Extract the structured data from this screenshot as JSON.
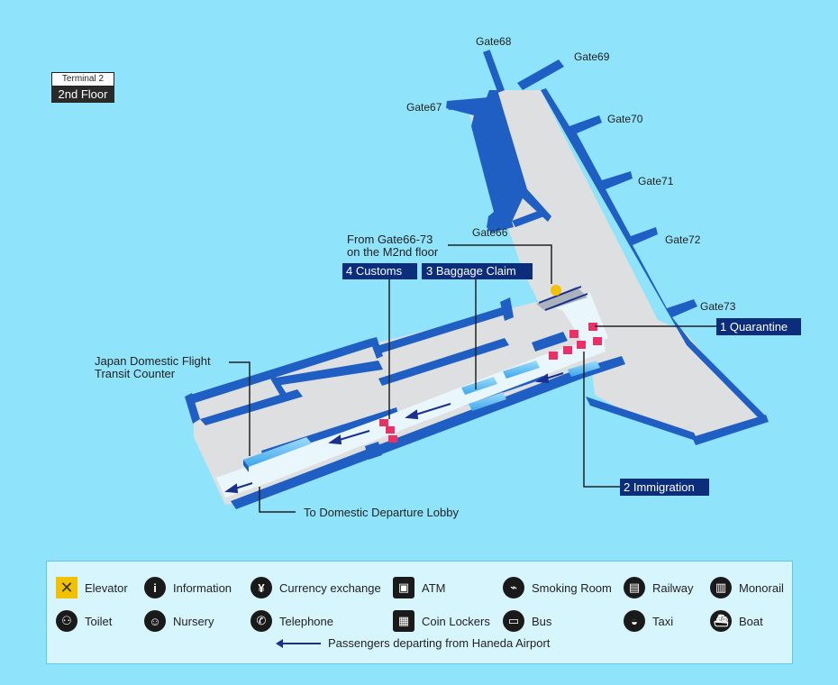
{
  "floor": {
    "terminal": "Terminal 2",
    "level": "2nd Floor"
  },
  "gates": {
    "g66": "Gate66",
    "g67": "Gate67",
    "g68": "Gate68",
    "g69": "Gate69",
    "g70": "Gate70",
    "g71": "Gate71",
    "g72": "Gate72",
    "g73": "Gate73"
  },
  "labels": {
    "from_line1": "From  Gate66-73",
    "from_line2": "on the M2nd floor",
    "customs": "4 Customs",
    "baggage": "3  Baggage Claim",
    "quarantine": "1 Quarantine",
    "immigration": "2 Immigration",
    "transit_line1": "Japan Domestic Flight",
    "transit_line2": "Transit Counter",
    "domestic": "To Domestic Departure Lobby"
  },
  "legend": {
    "elevator": "Elevator",
    "information": "Information",
    "currency": "Currency exchange",
    "atm": "ATM",
    "smoking": "Smoking Room",
    "railway": "Railway",
    "monorail": "Monorail",
    "toilet": "Toilet",
    "nursery": "Nursery",
    "telephone": "Telephone",
    "lockers": "Coin Lockers",
    "bus": "Bus",
    "taxi": "Taxi",
    "boat": "Boat",
    "departing": "Passengers departing from Haneda Airport"
  },
  "colors": {
    "background": "#8fe3fb",
    "floor": "#dedfe0",
    "wall": "#1f5fc4",
    "corridor": "#e9f6fc",
    "label_bg": "#0b2d7a",
    "counter": "#ee2f66",
    "belt": "#4cb8ef"
  }
}
